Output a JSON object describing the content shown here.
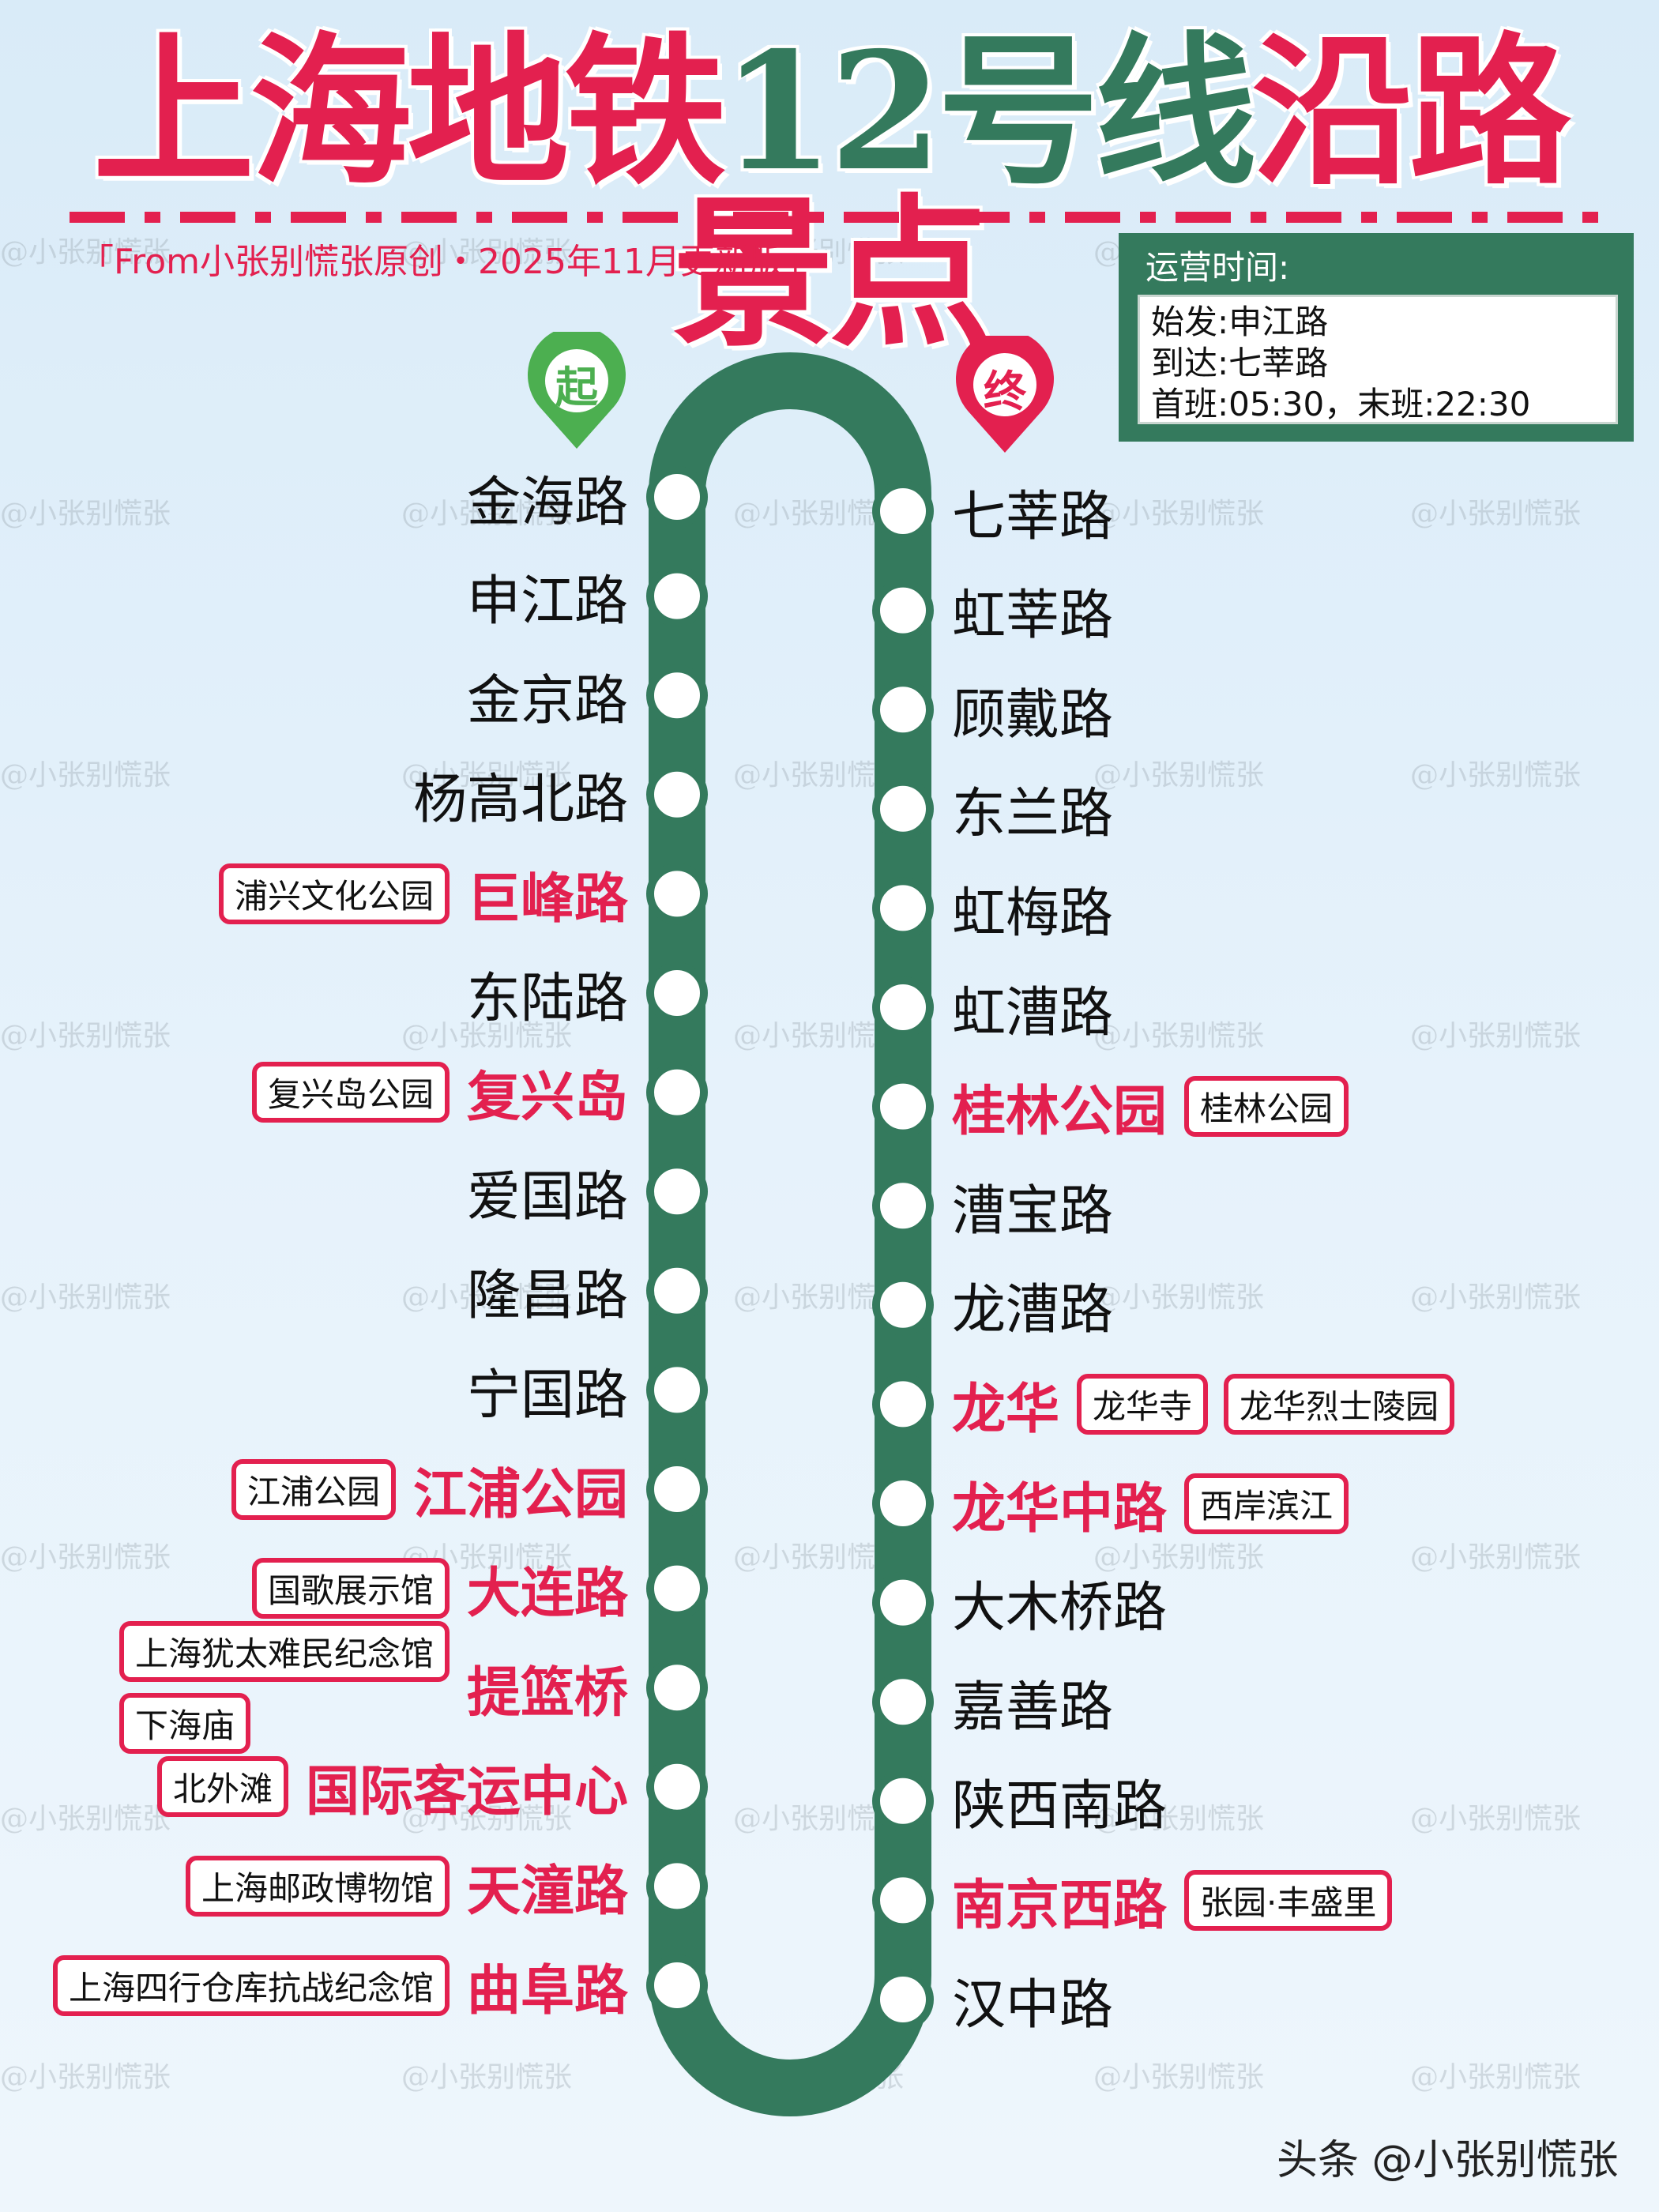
{
  "title": {
    "part1": "上海地铁",
    "part2": "12号线",
    "part3": "沿路景点"
  },
  "subtitle": "「From小张别慌张原创・2025年11月更新版」",
  "operation": {
    "heading": "运营时间:",
    "start": "始发:申江路",
    "end": "到达:七莘路",
    "times": "首班:05:30，末班:22:30"
  },
  "pins": {
    "start": "起",
    "end": "终"
  },
  "watermark": "@小张别慌张",
  "footer": "头条 @小张别慌张",
  "colors": {
    "red": "#e3204f",
    "green": "#347a5d",
    "pin_green": "#4caf50"
  },
  "left_stations": [
    {
      "name": "金海路",
      "tags": []
    },
    {
      "name": "申江路",
      "tags": []
    },
    {
      "name": "金京路",
      "tags": []
    },
    {
      "name": "杨高北路",
      "tags": []
    },
    {
      "name": "巨峰路",
      "tags": [
        "浦兴文化公园"
      ]
    },
    {
      "name": "东陆路",
      "tags": []
    },
    {
      "name": "复兴岛",
      "tags": [
        "复兴岛公园"
      ]
    },
    {
      "name": "爱国路",
      "tags": []
    },
    {
      "name": "隆昌路",
      "tags": []
    },
    {
      "name": "宁国路",
      "tags": []
    },
    {
      "name": "江浦公园",
      "tags": [
        "江浦公园"
      ]
    },
    {
      "name": "大连路",
      "tags": [
        "国歌展示馆"
      ]
    },
    {
      "name": "提篮桥",
      "tags": [
        "上海犹太难民纪念馆",
        "下海庙"
      ]
    },
    {
      "name": "国际客运中心",
      "tags": [
        "北外滩"
      ]
    },
    {
      "name": "天潼路",
      "tags": [
        "上海邮政博物馆"
      ]
    },
    {
      "name": "曲阜路",
      "tags": [
        "上海四行仓库抗战纪念馆"
      ]
    }
  ],
  "right_stations": [
    {
      "name": "七莘路",
      "tags": []
    },
    {
      "name": "虹莘路",
      "tags": []
    },
    {
      "name": "顾戴路",
      "tags": []
    },
    {
      "name": "东兰路",
      "tags": []
    },
    {
      "name": "虹梅路",
      "tags": []
    },
    {
      "name": "虹漕路",
      "tags": []
    },
    {
      "name": "桂林公园",
      "tags": [
        "桂林公园"
      ]
    },
    {
      "name": "漕宝路",
      "tags": []
    },
    {
      "name": "龙漕路",
      "tags": []
    },
    {
      "name": "龙华",
      "tags": [
        "龙华寺",
        "龙华烈士陵园"
      ]
    },
    {
      "name": "龙华中路",
      "tags": [
        "西岸滨江"
      ]
    },
    {
      "name": "大木桥路",
      "tags": []
    },
    {
      "name": "嘉善路",
      "tags": []
    },
    {
      "name": "陕西南路",
      "tags": []
    },
    {
      "name": "南京西路",
      "tags": [
        "张园·丰盛里"
      ]
    },
    {
      "name": "汉中路",
      "tags": []
    }
  ]
}
